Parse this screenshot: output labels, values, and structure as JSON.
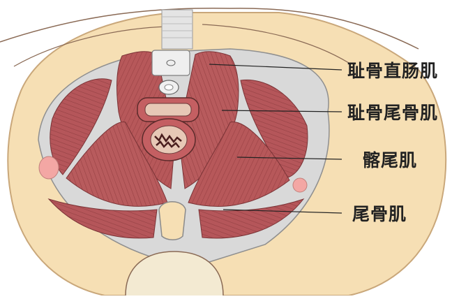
{
  "labels": [
    {
      "key": "pubococcygeus-rectus",
      "text": "耻骨直肠肌"
    },
    {
      "key": "pubococcygeus",
      "text": "耻骨尾骨肌"
    },
    {
      "key": "iliococcygeus",
      "text": "髂尾肌"
    },
    {
      "key": "coccygeus",
      "text": "尾骨肌"
    }
  ],
  "colors": {
    "muscle": "#b7585a",
    "muscle_dark": "#8f3a3d",
    "fascia": "#d9d9d9",
    "fat": "#f6dfb4",
    "bone": "#f3ead2",
    "outline": "#6b4a3a"
  }
}
